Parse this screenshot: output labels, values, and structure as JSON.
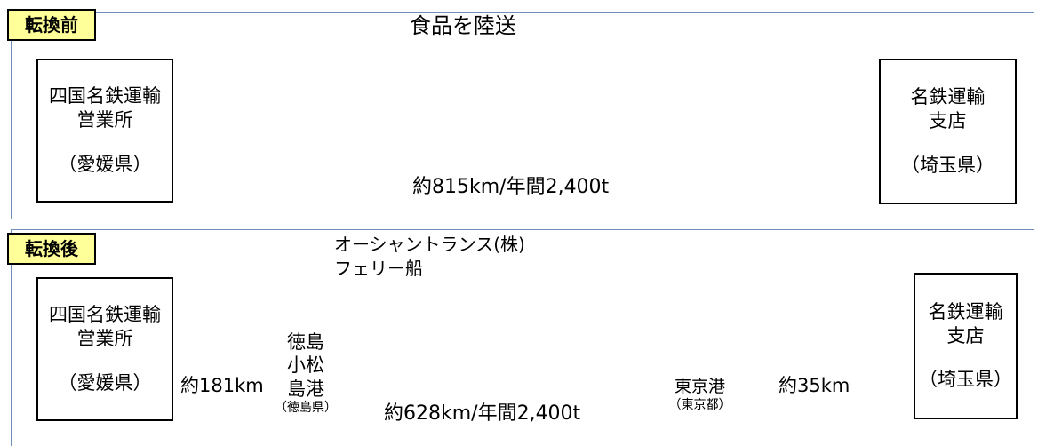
{
  "before": {
    "tag": "転換前",
    "caption": "食品を陸送",
    "origin": {
      "line1": "四国名鉄運輸",
      "line2": "営業所",
      "pref": "（愛媛県）"
    },
    "dest": {
      "line1": "名鉄運輸",
      "line2": "支店",
      "pref": "（埼玉県）"
    },
    "route_label": "約815km/年間2,400t"
  },
  "after": {
    "tag": "転換後",
    "origin": {
      "line1": "四国名鉄運輸",
      "line2": "営業所",
      "pref": "（愛媛県）"
    },
    "dest": {
      "line1": "名鉄運輸",
      "line2": "支店",
      "pref": "（埼玉県）"
    },
    "leg1_label": "約181km",
    "port1": {
      "line1": "徳島",
      "line2": "小松",
      "line3": "島港",
      "pref": "（徳島県）"
    },
    "ferry_label1": "オーシャントランス(株)",
    "ferry_label2": "フェリー船",
    "sea_label": "約628km/年間2,400t",
    "port2": {
      "name": "東京港",
      "pref": "（東京都）"
    },
    "leg3_label": "約35km"
  },
  "colors": {
    "arrow_blue": "#4f81bd",
    "arrow_light": "#ccf0fa",
    "tag_yellow": "#ffff99",
    "panel_border": "#6f8fb8"
  }
}
